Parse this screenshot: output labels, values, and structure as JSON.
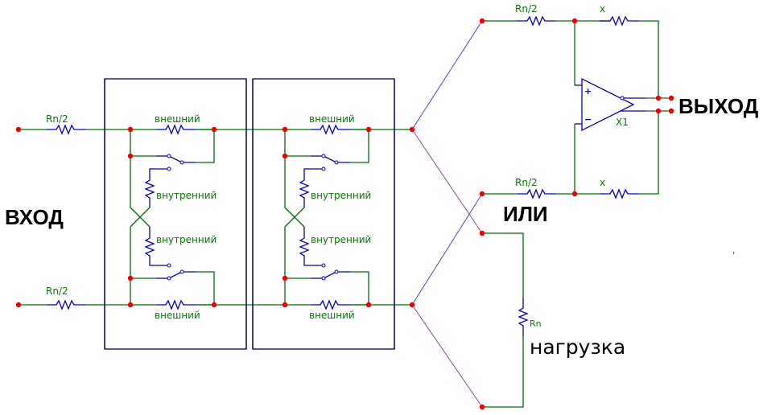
{
  "diagram": {
    "type": "electrical-schematic",
    "labels": {
      "input": "ВХОД",
      "output": "ВЫХОД",
      "or": "ИЛИ",
      "load": "нагрузка"
    },
    "input_resistors": [
      {
        "label": "Rn/2"
      },
      {
        "label": "Rn/2"
      }
    ],
    "stages": [
      {
        "outer_top": "внешний",
        "inner_top": "внутренний",
        "inner_bottom": "внутренний",
        "outer_bottom": "внешний"
      },
      {
        "outer_top": "внешний",
        "inner_top": "внутренний",
        "inner_bottom": "внутренний",
        "outer_bottom": "внешний"
      }
    ],
    "amplifier": {
      "id": "X1",
      "plus": "+",
      "minus": "−",
      "r_in_top": "Rn/2",
      "r_fb_top": "x",
      "r_in_bottom": "Rn/2",
      "r_fb_bottom": "x"
    },
    "load_resistor": {
      "label": "Rn"
    },
    "colors": {
      "wire": "#007000",
      "component": "#0000c8",
      "box": "#000080",
      "node": "#ee0000",
      "label": "#008000",
      "link_blue": "#4848d0",
      "link_purple": "#a040a0"
    }
  }
}
